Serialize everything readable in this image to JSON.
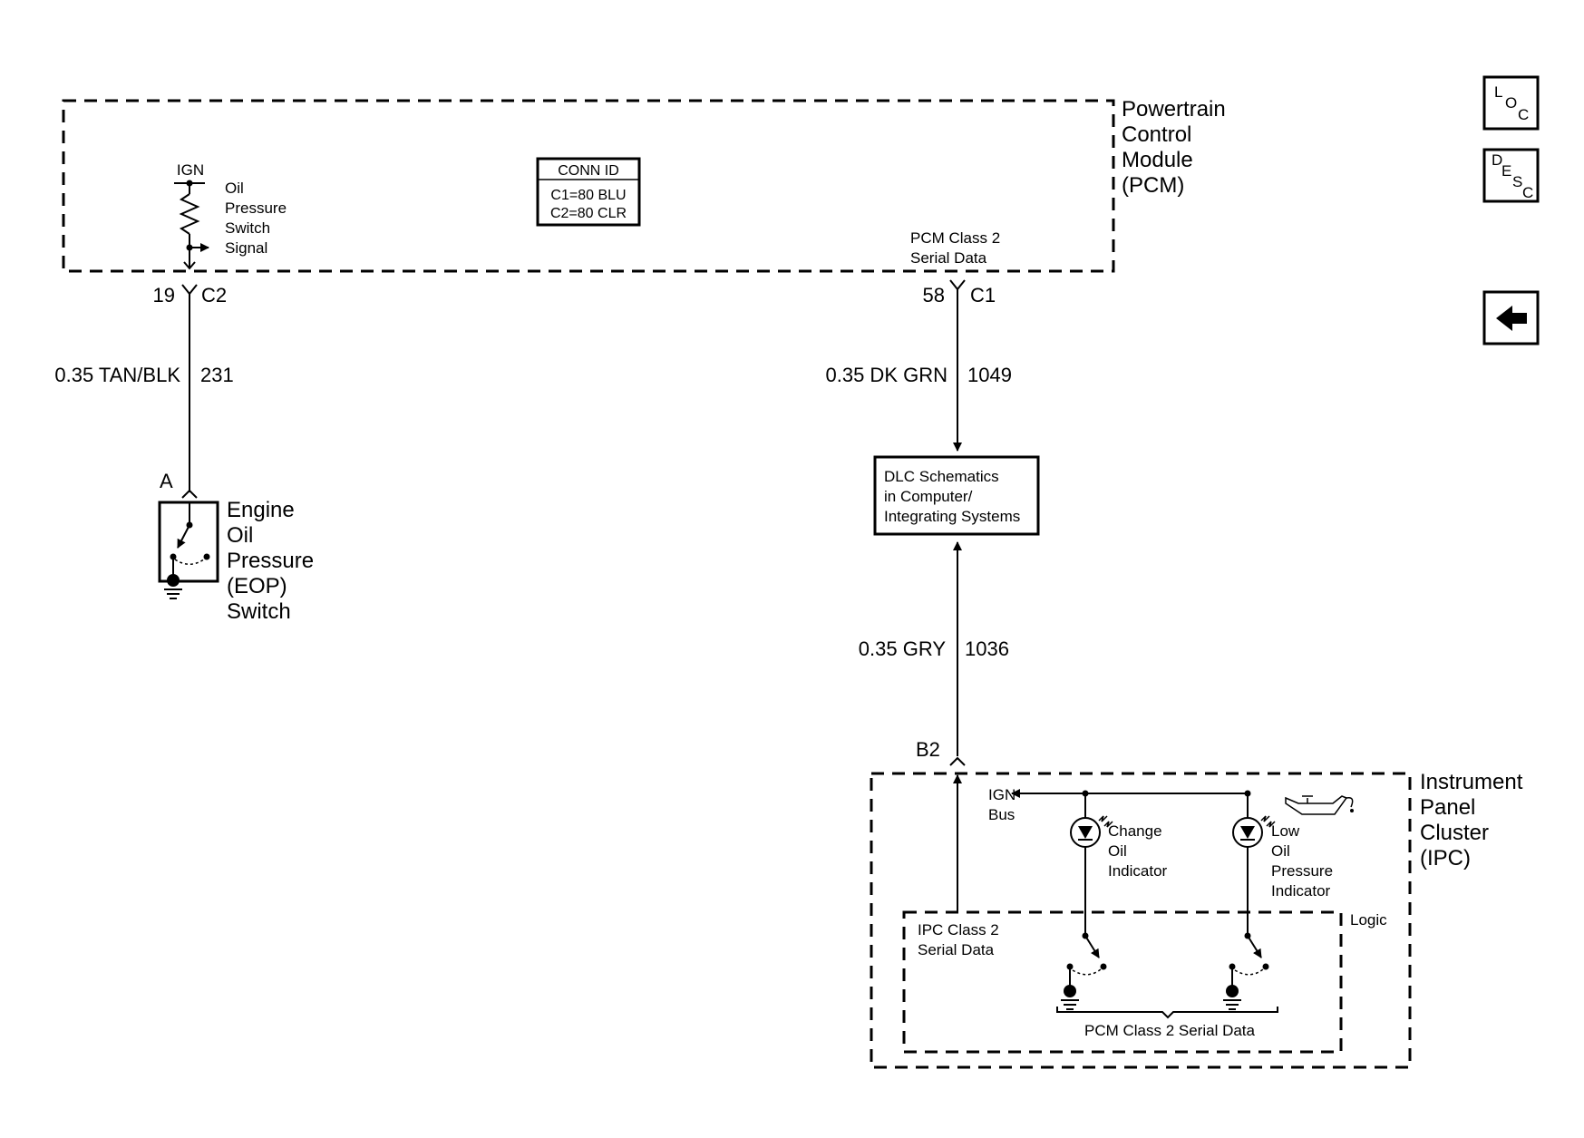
{
  "pcm": {
    "title_lines": [
      "Powertrain",
      "Control",
      "Module",
      "(PCM)"
    ],
    "conn_id": {
      "title": "CONN ID",
      "lines": [
        "C1=80 BLU",
        "C2=80 CLR"
      ]
    },
    "ign": "IGN",
    "oil_signal_lines": [
      "Oil",
      "Pressure",
      "Switch",
      "Signal"
    ],
    "serial_lines": [
      "PCM Class 2",
      "Serial Data"
    ]
  },
  "connectors": {
    "left_pin": "19",
    "left_conn": "C2",
    "right_pin": "58",
    "right_conn": "C1",
    "eop_pin": "A",
    "ipc_pin": "B2"
  },
  "wires": {
    "w231": {
      "gauge_color": "0.35 TAN/BLK",
      "circuit": "231"
    },
    "w1049": {
      "gauge_color": "0.35 DK GRN",
      "circuit": "1049"
    },
    "w1036": {
      "gauge_color": "0.35 GRY",
      "circuit": "1036"
    }
  },
  "eop": {
    "title_lines": [
      "Engine",
      "Oil",
      "Pressure",
      "(EOP)",
      "Switch"
    ]
  },
  "dlc": {
    "lines": [
      "DLC Schematics",
      "in Computer/",
      "Integrating Systems"
    ]
  },
  "ipc": {
    "title_lines": [
      "Instrument",
      "Panel",
      "Cluster",
      "(IPC)"
    ],
    "ign_bus_lines": [
      "IGN",
      "Bus"
    ],
    "change_oil_lines": [
      "Change",
      "Oil",
      "Indicator"
    ],
    "low_oil_lines": [
      "Low",
      "Oil",
      "Pressure",
      "Indicator"
    ],
    "logic": "Logic",
    "ipc_serial_lines": [
      "IPC Class 2",
      "Serial Data"
    ],
    "pcm_serial": "PCM Class 2 Serial Data"
  },
  "nav": {
    "loc": {
      "l1": "L",
      "l2": "O",
      "l3": "C"
    },
    "desc": {
      "l1": "D",
      "l2": "E",
      "l3": "S",
      "l4": "C"
    },
    "back_icon": "left-arrow-icon"
  }
}
